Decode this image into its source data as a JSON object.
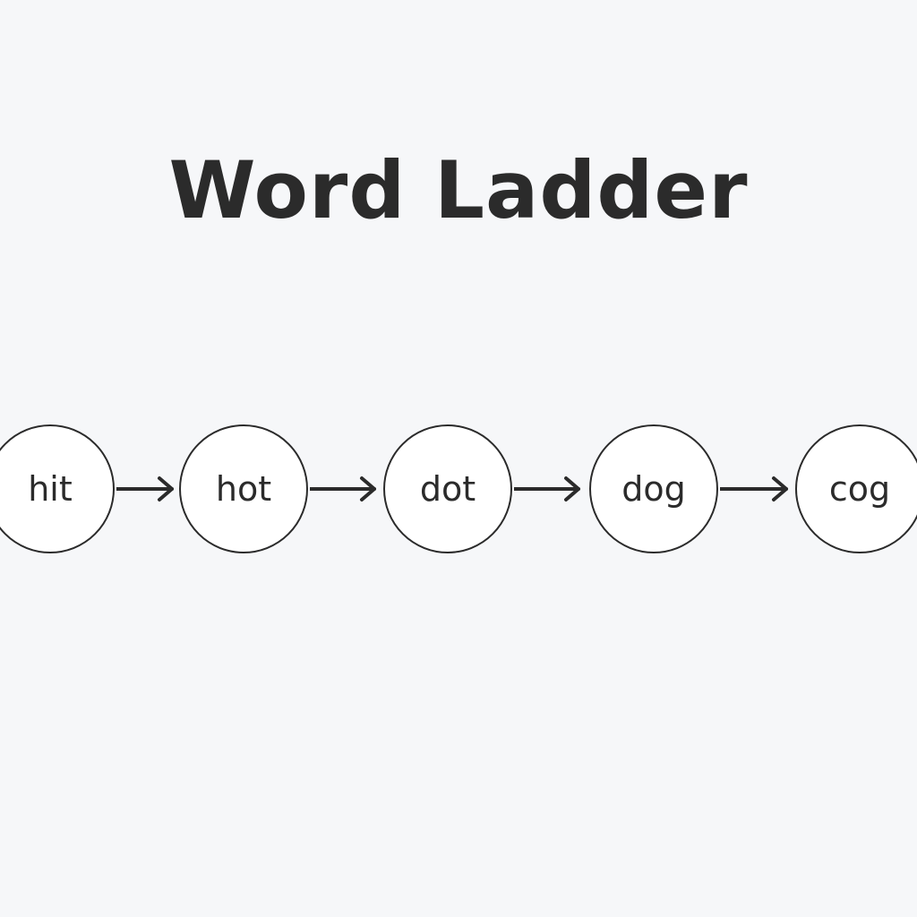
{
  "title": "Word Ladder",
  "ladder": {
    "words": [
      "hit",
      "hot",
      "dot",
      "dog",
      "cog"
    ],
    "arrow_icon": "arrow-right-icon"
  },
  "colors": {
    "background": "#f6f7f9",
    "stroke": "#2b2b2b",
    "node_fill": "#ffffff"
  }
}
